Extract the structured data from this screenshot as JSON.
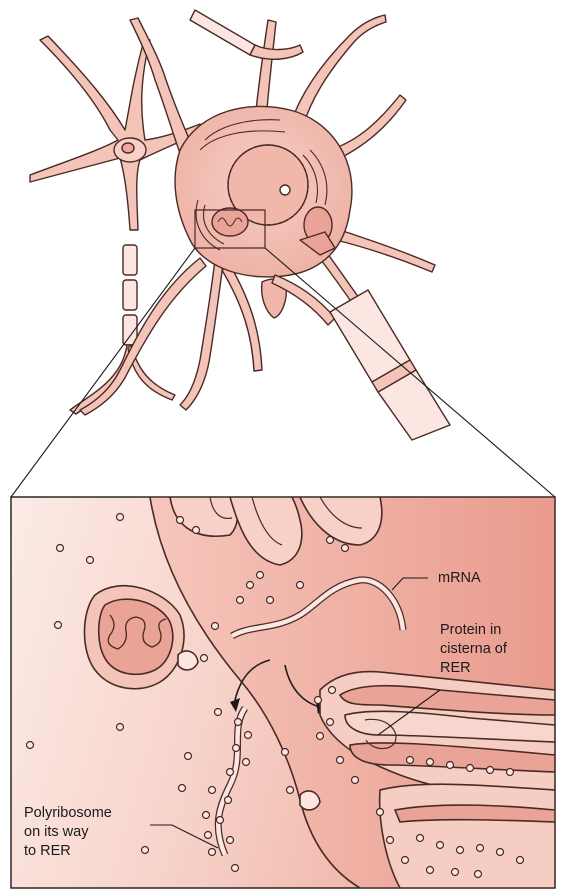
{
  "labels": {
    "mrna": "mRNA",
    "protein": [
      "Protein in",
      "cisterna of",
      "RER"
    ],
    "polyribosome": [
      "Polyribosome",
      "on its way",
      "to RER"
    ]
  },
  "colors": {
    "cell_fill": "#f4c4b8",
    "cell_dark": "#e9a397",
    "outline": "#4a2a25",
    "nucleus": "#f2b7ab",
    "panel_bg_light": "#fbe7e2",
    "panel_bg_dark": "#f0b3a6"
  }
}
